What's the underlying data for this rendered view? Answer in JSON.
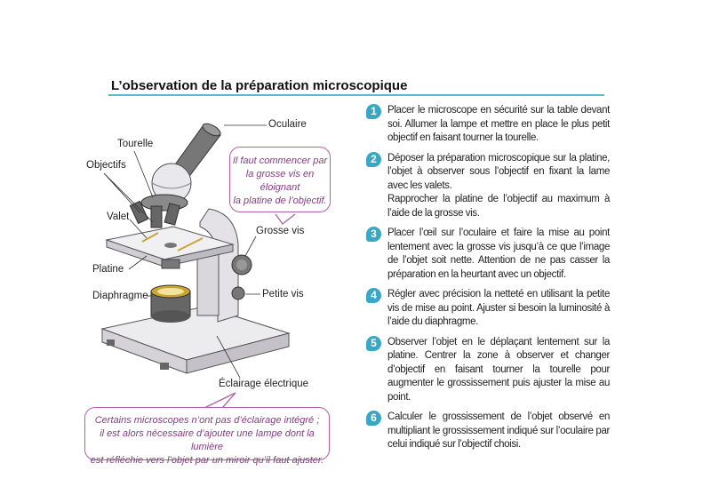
{
  "title": "L’observation de la préparation microscopique",
  "diagram_labels": {
    "oculaire": "Oculaire",
    "tourelle": "Tourelle",
    "objectifs": "Objectifs",
    "valet": "Valet",
    "grosse_vis": "Grosse vis",
    "platine": "Platine",
    "diaphragme": "Diaphragme",
    "petite_vis": "Petite vis",
    "eclairage": "Éclairage électrique"
  },
  "callouts": {
    "top": [
      "Il faut commencer par",
      "la grosse vis en éloignant",
      "la platine de l’objectif."
    ],
    "bottom": [
      "Certains microscopes n’ont pas d’éclairage intégré ;",
      "il est alors nécessaire d’ajouter une lampe dont la lumière",
      "est réfléchie vers l’objet par un miroir qu’il faut ajuster."
    ]
  },
  "steps": [
    {
      "num": "1",
      "paragraphs": [
        "Placer le microscope en sécurité sur la table devant soi. Allumer la lampe et mettre en place le plus petit objectif en faisant tourner la tourelle."
      ]
    },
    {
      "num": "2",
      "paragraphs": [
        "Déposer la préparation microscopique sur la platine, l’objet à observer sous l’objectif en fixant la lame avec les valets.",
        "Rapprocher la platine de l’objectif au maximum à l’aide de la grosse vis."
      ]
    },
    {
      "num": "3",
      "paragraphs": [
        "Placer l’œil sur l’oculaire et faire la mise au point lentement avec la grosse vis jusqu’à ce que l’image de l’objet soit nette. Attention de ne pas casser la préparation en la heurtant avec un objectif."
      ]
    },
    {
      "num": "4",
      "paragraphs": [
        "Régler avec précision la netteté en utilisant la petite vis de mise au point. Ajuster si besoin la luminosité à l’aide du diaphragme."
      ]
    },
    {
      "num": "5",
      "paragraphs": [
        "Observer l’objet en le déplaçant lentement sur la platine. Centrer la zone à observer et changer d’objectif en faisant tourner la tourelle pour augmenter le grossissement puis ajuster la mise au point."
      ]
    },
    {
      "num": "6",
      "paragraphs": [
        "Calculer le grossissement de l’objet observé en multipliant le grossissement indiqué sur l’oculaire par celui indiqué sur l’objectif choisi."
      ]
    }
  ],
  "colors": {
    "accent": "#3aa8c4",
    "callout": "#b05fa8",
    "rule": "#5bbccb"
  }
}
